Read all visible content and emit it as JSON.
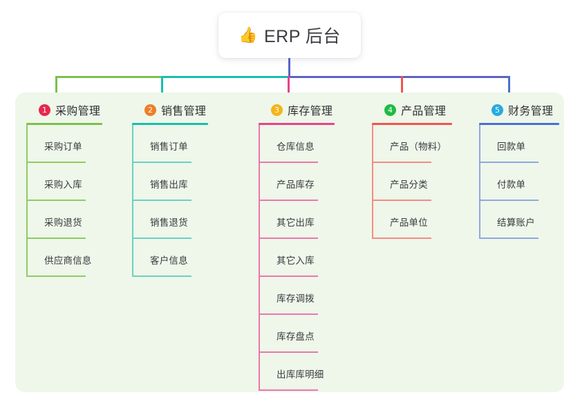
{
  "root": {
    "icon": "thumbs-up-icon",
    "icon_glyph": "👍",
    "title": "ERP 后台"
  },
  "panel": {
    "background_color": "#eef7e9"
  },
  "connector": {
    "trunk_color": "#5b63c4",
    "segments": [
      {
        "color": "#7cc04d"
      },
      {
        "color": "#17bfae"
      },
      {
        "color": "#5b63c4"
      }
    ]
  },
  "columns": [
    {
      "number": "1",
      "badge_color": "#e8274b",
      "line_color": "#7cc04d",
      "stem_color": "#8fcb63",
      "title": "采购管理",
      "items": [
        {
          "label": "采购订单"
        },
        {
          "label": "采购入库"
        },
        {
          "label": "采购退货"
        },
        {
          "label": "供应商信息"
        }
      ]
    },
    {
      "number": "2",
      "badge_color": "#f07d28",
      "line_color": "#17bfae",
      "stem_color": "#6ccfc6",
      "title": "销售管理",
      "items": [
        {
          "label": "销售订单"
        },
        {
          "label": "销售出库"
        },
        {
          "label": "销售退货"
        },
        {
          "label": "客户信息"
        }
      ]
    },
    {
      "number": "3",
      "badge_color": "#f5b417",
      "line_color": "#e8418f",
      "stem_color": "#eb77ad",
      "title": "库存管理",
      "items": [
        {
          "label": "仓库信息"
        },
        {
          "label": "产品库存"
        },
        {
          "label": "其它出库"
        },
        {
          "label": "其它入库"
        },
        {
          "label": "库存调拨"
        },
        {
          "label": "库存盘点"
        },
        {
          "label": "出库库明细"
        }
      ]
    },
    {
      "number": "4",
      "badge_color": "#21ba45",
      "line_color": "#f4524d",
      "stem_color": "#f58a86",
      "title": "产品管理",
      "items": [
        {
          "label": "产品（物料）"
        },
        {
          "label": "产品分类"
        },
        {
          "label": "产品单位"
        }
      ]
    },
    {
      "number": "5",
      "badge_color": "#27a9e1",
      "line_color": "#4a6fd4",
      "stem_color": "#8fa7e2",
      "title": "财务管理",
      "items": [
        {
          "label": "回款单"
        },
        {
          "label": "付款单"
        },
        {
          "label": "结算账户"
        }
      ]
    }
  ]
}
